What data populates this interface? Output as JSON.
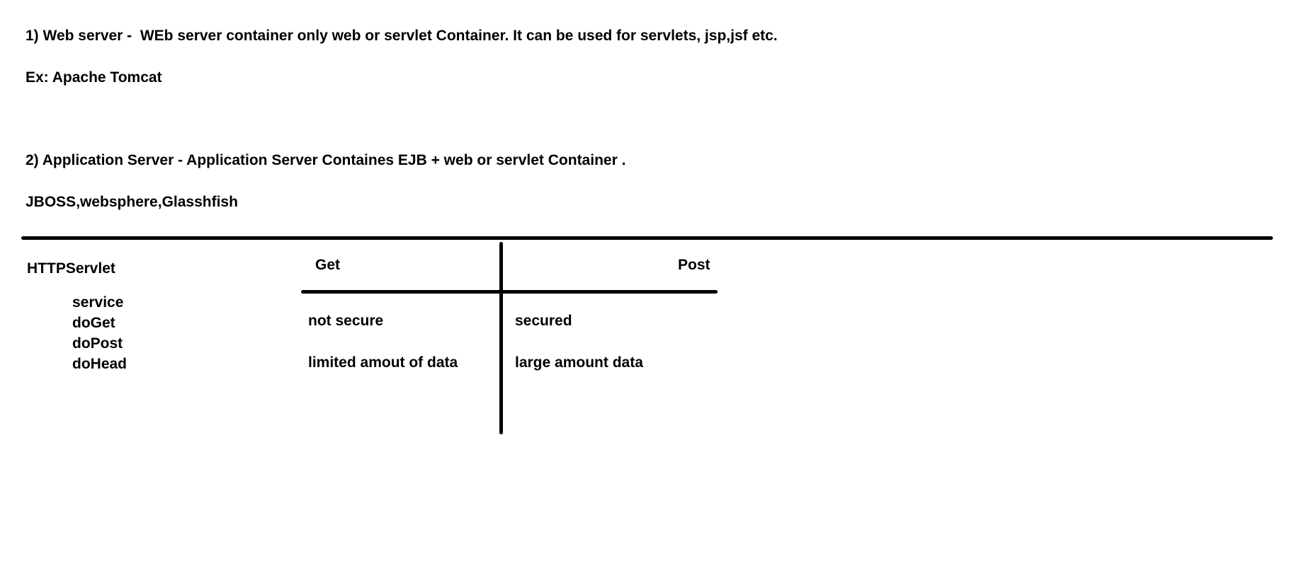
{
  "section1": {
    "heading": "1) Web server -  WEb server container only web or servlet Container. It can be used for servlets, jsp,jsf etc.",
    "example": "Ex: Apache Tomcat"
  },
  "section2": {
    "heading": "2) Application Server - Application Server Containes EJB + web or servlet Container .",
    "examples": "JBOSS,websphere,Glasshfish"
  },
  "servlet": {
    "title": "HTTPServlet",
    "methods": [
      "service",
      "doGet",
      "doPost",
      "doHead"
    ]
  },
  "comparison": {
    "get_header": "Get",
    "post_header": "Post",
    "rows": [
      {
        "get": "not secure",
        "post": "secured"
      },
      {
        "get": "limited amout of data",
        "post": "large amount data"
      }
    ]
  }
}
